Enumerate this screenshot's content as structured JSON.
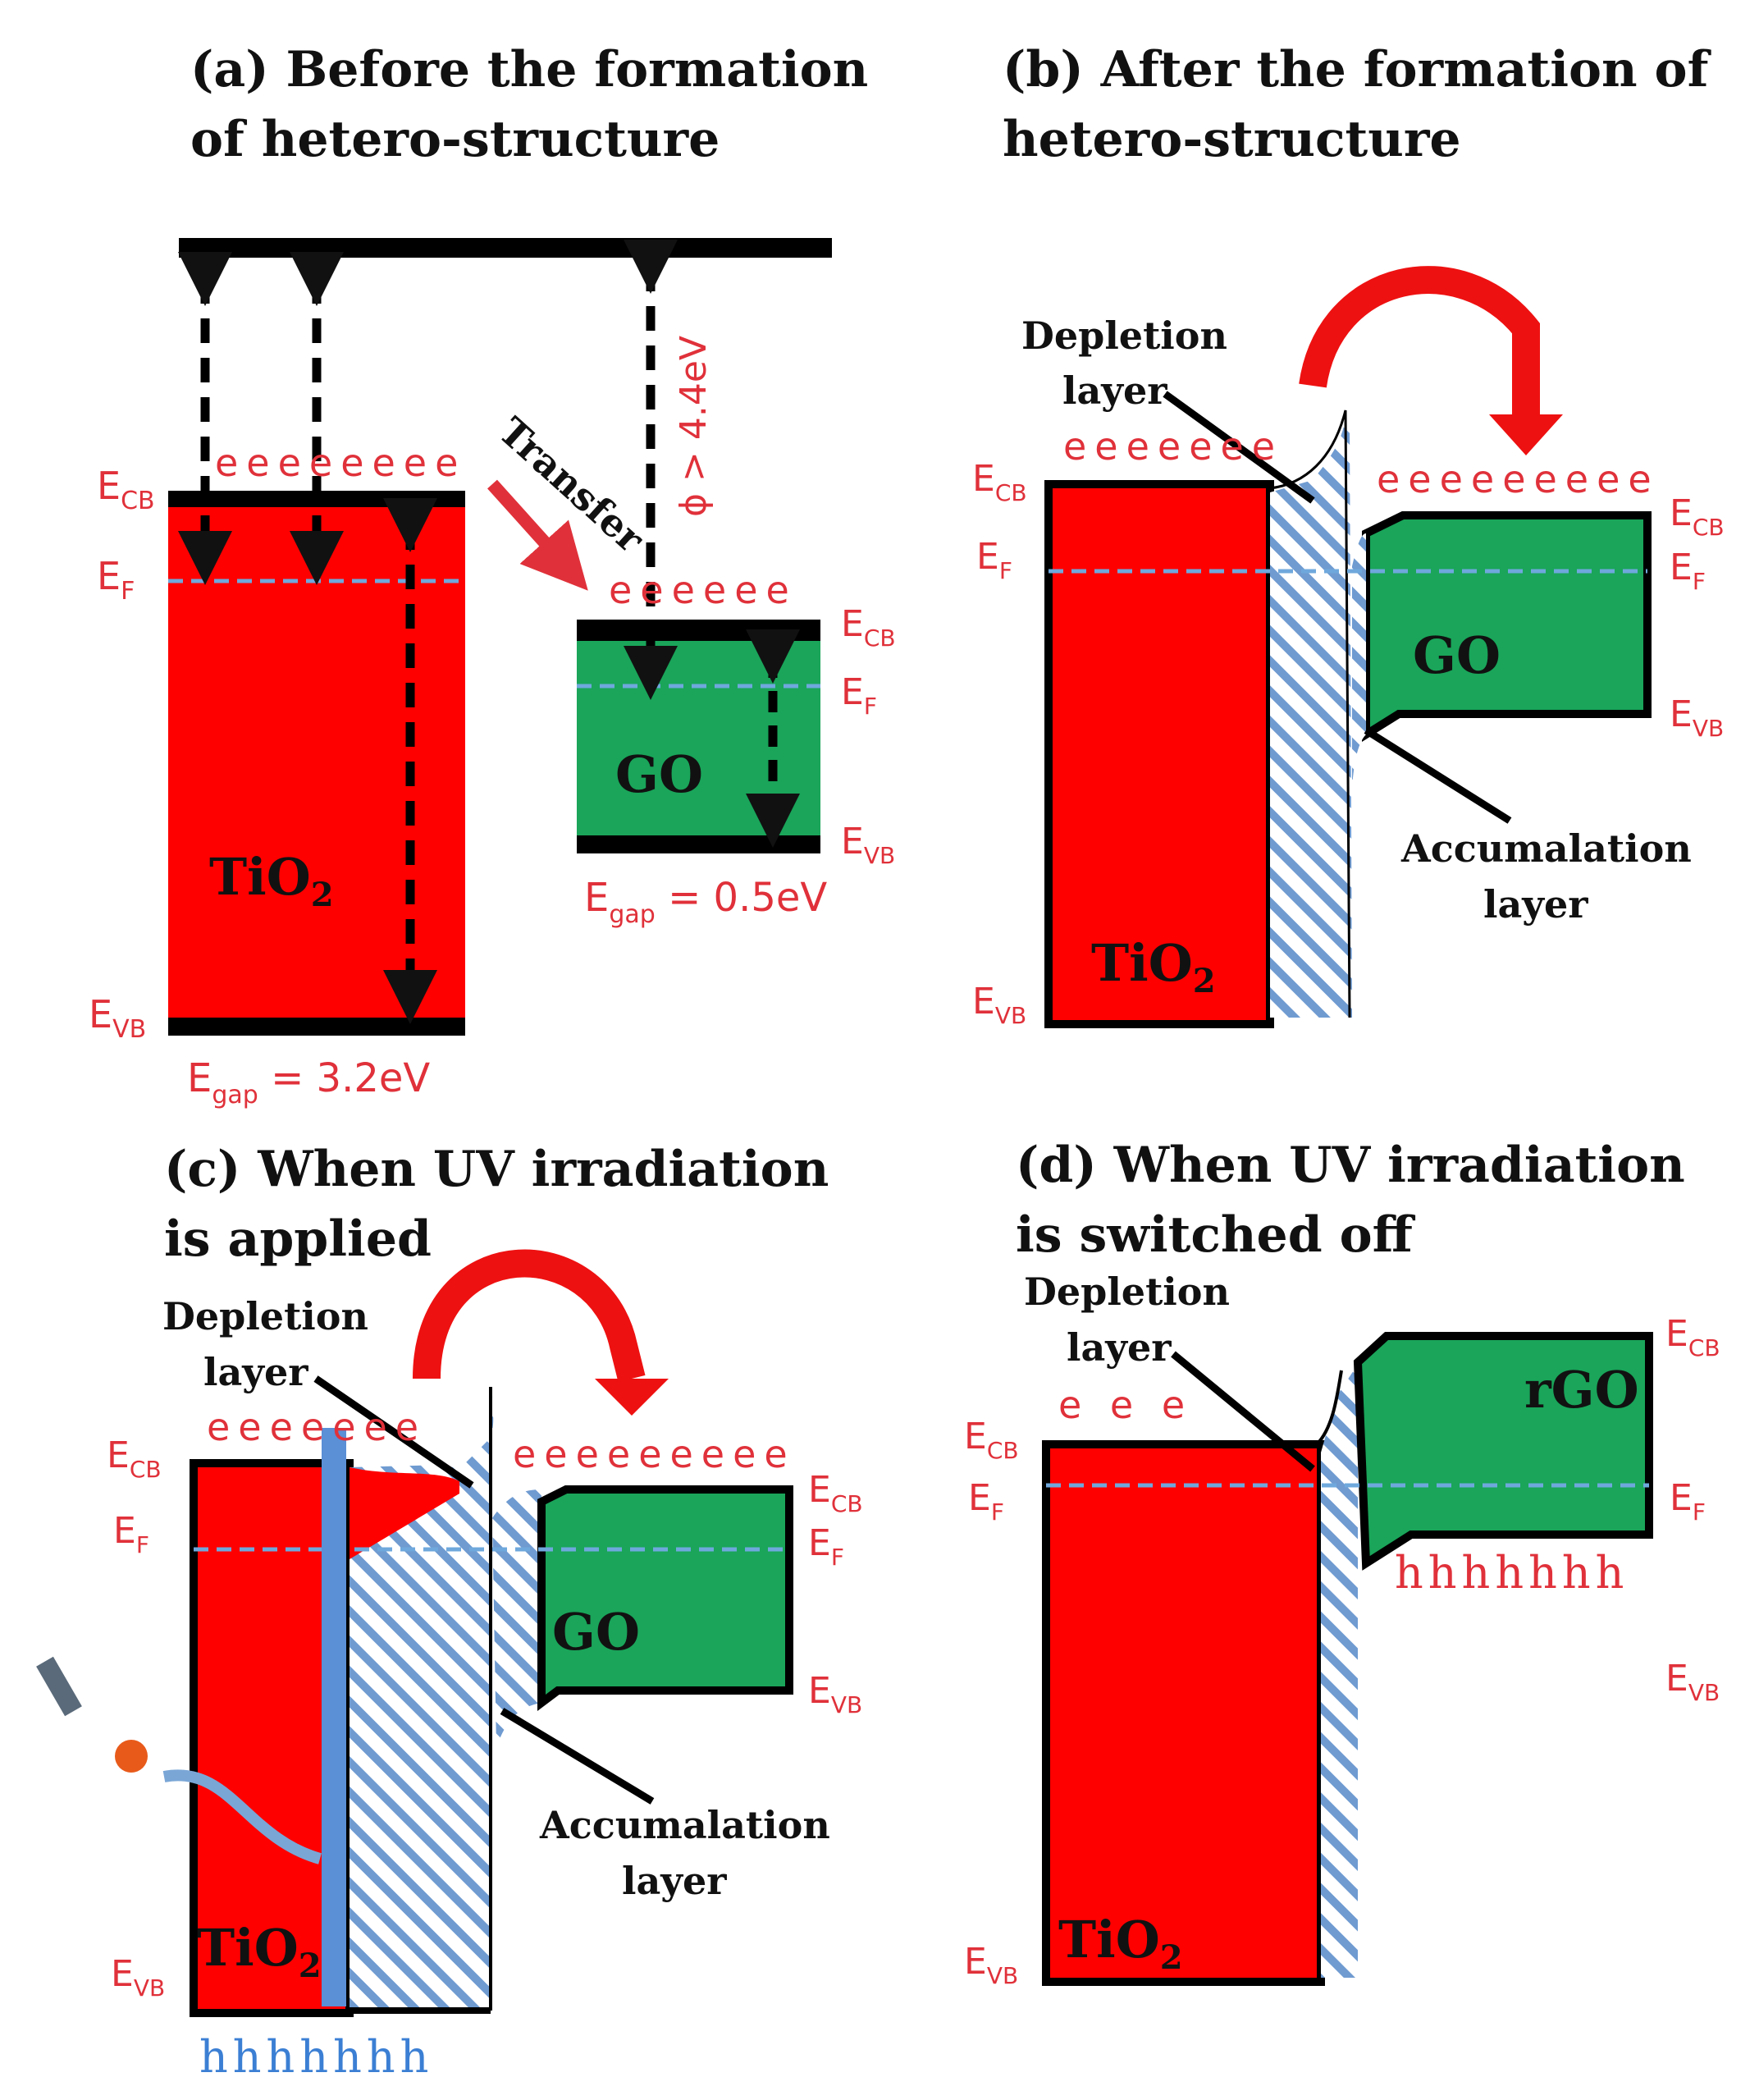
{
  "panels": {
    "a": {
      "title_line1": "(a) Before the formation",
      "title_line2": "of hetero-structure",
      "tio2_ecb": "E",
      "tio2_ecb_sub": "CB",
      "tio2_ef": "E",
      "tio2_ef_sub": "F",
      "tio2_evb": "E",
      "tio2_evb_sub": "VB",
      "tio2_electrons": "eeeeeeee",
      "go_electrons": "eeeeee",
      "transfer": "Transfer",
      "phi": "ϕ > 4.4eV",
      "tio2_label": "TiO",
      "tio2_sub": "2",
      "go_label": "GO",
      "go_ecb": "E",
      "go_ecb_sub": "CB",
      "go_ef": "E",
      "go_ef_sub": "F",
      "go_evb": "E",
      "go_evb_sub": "VB",
      "egap_go_pre": "E",
      "egap_go_sub": "gap",
      "egap_go_val": " = 0.5eV",
      "egap_tio2_pre": "E",
      "egap_tio2_sub": "gap",
      "egap_tio2_val": " = 3.2eV"
    },
    "b": {
      "title_line1": "(b) After the formation of",
      "title_line2": "hetero-structure",
      "depletion1": "Depletion",
      "depletion2": "layer",
      "accum1": "Accumalation",
      "accum2": "layer",
      "tio2_electrons": "eeeeeee",
      "go_electrons": "eeeeeeeee",
      "ecb_left": "E",
      "ecb_left_sub": "CB",
      "ef_left": "E",
      "ef_left_sub": "F",
      "evb_left": "E",
      "evb_left_sub": "VB",
      "ecb_right": "E",
      "ecb_right_sub": "CB",
      "ef_right": "E",
      "ef_right_sub": "F",
      "evb_right": "E",
      "evb_right_sub": "VB",
      "go_label": "GO",
      "tio2_label": "TiO",
      "tio2_sub": "2"
    },
    "c": {
      "title_line1": "(c) When UV irradiation",
      "title_line2": "is applied",
      "depletion1": "Depletion",
      "depletion2": "layer",
      "accum1": "Accumalation",
      "accum2": "layer",
      "tio2_electrons": "eeeeeee",
      "go_electrons": "eeeeeeeee",
      "holes": "hhhhhhh",
      "ecb_left": "E",
      "ecb_left_sub": "CB",
      "ef_left": "E",
      "ef_left_sub": "F",
      "evb_left": "E",
      "evb_left_sub": "VB",
      "ecb_right": "E",
      "ecb_right_sub": "CB",
      "ef_right": "E",
      "ef_right_sub": "F",
      "evb_right": "E",
      "evb_right_sub": "VB",
      "go_label": "GO",
      "tio2_label": "TiO",
      "tio2_sub": "2"
    },
    "d": {
      "title_line1": "(d) When UV irradiation",
      "title_line2": "is switched off",
      "depletion1": "Depletion",
      "depletion2": "layer",
      "tio2_electrons": "e   e     e",
      "holes": "hhhhhhh",
      "ecb_left": "E",
      "ecb_left_sub": "CB",
      "ef_left": "E",
      "ef_left_sub": "F",
      "evb_left": "E",
      "evb_left_sub": "VB",
      "ecb_right": "E",
      "ecb_right_sub": "CB",
      "ef_right": "E",
      "ef_right_sub": "F",
      "evb_right": "E",
      "evb_right_sub": "VB",
      "rgo_label": "rGO",
      "tio2_label": "TiO",
      "tio2_sub": "2"
    }
  },
  "colors": {
    "tio2": "#ff0000",
    "go": "#1aa55a",
    "label": "#e0313a",
    "fermi": "#6fa8dc",
    "hatch": "#6f9bd1",
    "holes_c": "#3b7fd4",
    "holes_d": "#e0313a"
  }
}
